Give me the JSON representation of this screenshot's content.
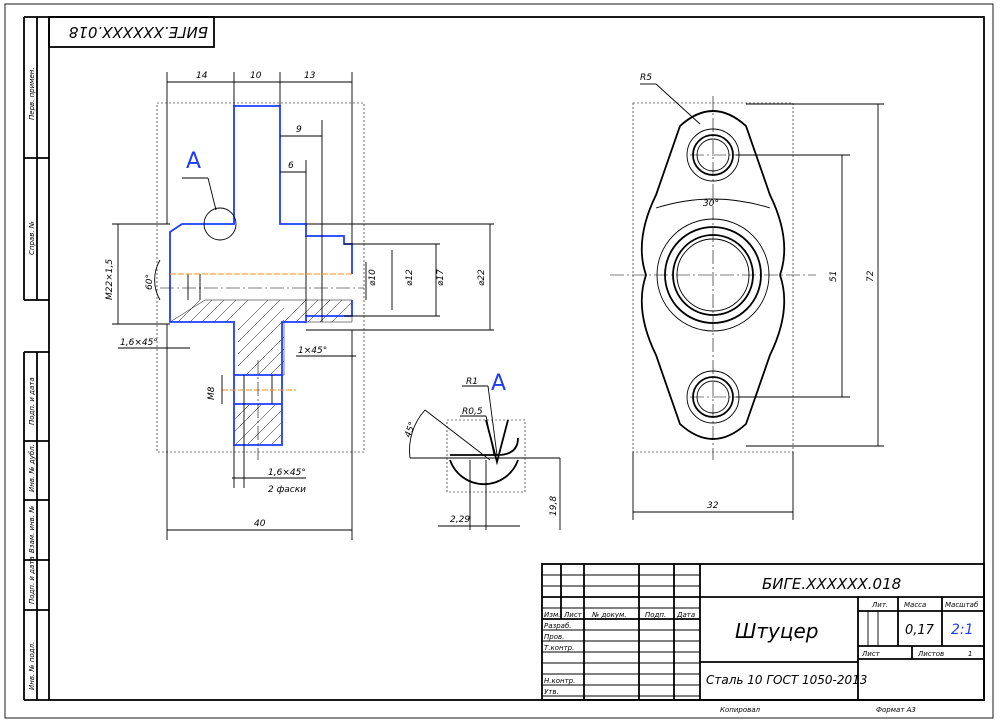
{
  "frame": {
    "doc_code_rotated": "БИГЕ.XXXXXX.018",
    "side_labels": [
      "Перв. примен.",
      "Справ. №",
      "Подп. и дата",
      "Инв. № дубл.",
      "Взам. инв. №",
      "Подп. и дата",
      "Инв. № подл."
    ]
  },
  "drawing": {
    "section_mark": "A",
    "detail_mark": "A",
    "dims": {
      "d14": "14",
      "d10": "10",
      "d13": "13",
      "d9": "9",
      "d6": "6",
      "thread": "M22×1,5",
      "angle60": "60°",
      "chamfer_left": "1,6×45°",
      "dia10": "⌀10",
      "dia12": "⌀12",
      "dia17": "⌀17",
      "dia22": "⌀22",
      "chamfer_right": "1×45°",
      "m8": "M8",
      "chamfer_holes": "1,6×45°",
      "chamfer_count": "2 фаски",
      "d40": "40",
      "r5": "R5",
      "angle30": "30°",
      "d51": "51",
      "d72": "72",
      "d32": "32",
      "r1": "R1",
      "r05": "R0,5",
      "angle45": "45°",
      "d229": "2,29",
      "d198": "19,8"
    }
  },
  "title_block": {
    "code": "БИГЕ.XXXXXX.018",
    "name": "Штуцер",
    "material": "Сталь 10  ГОСТ 1050-2013",
    "headers": {
      "izm": "Изм.",
      "list": "Лист",
      "doc_no": "№ докум.",
      "sign": "Подп.",
      "date": "Дата"
    },
    "roles": [
      "Разраб.",
      "Пров.",
      "Т.контр.",
      "Н.контр.",
      "Утв."
    ],
    "lit_label": "Лит.",
    "mass_label": "Масса",
    "scale_label": "Масштаб",
    "mass_value": "0,17",
    "scale_value": "2:1",
    "sheet_label": "Лист",
    "sheets_label": "Листов",
    "sheets_value": "1",
    "copied": "Копировал",
    "format": "Формат   А3"
  }
}
